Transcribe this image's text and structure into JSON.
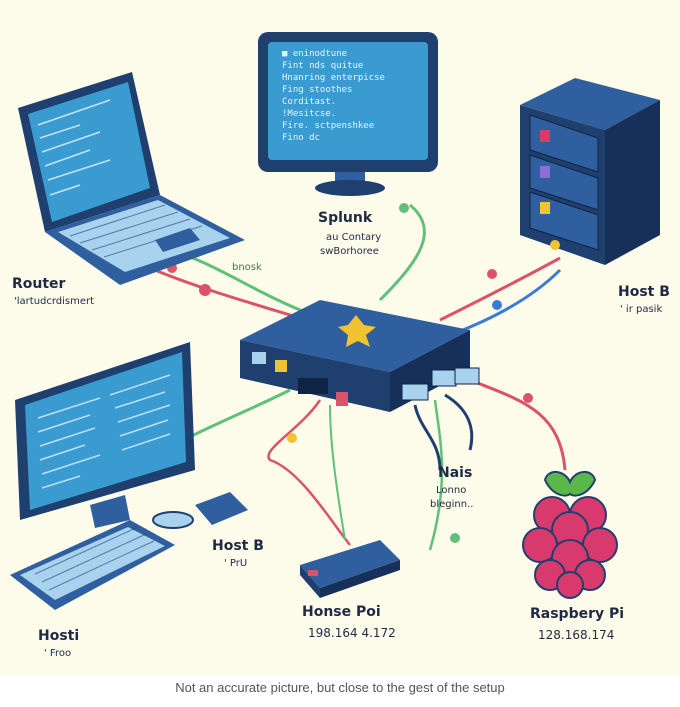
{
  "monitor_screen_lines": [
    "■ eninodtune",
    "Fint nds quitue",
    "Hnanring enterpicse",
    "Fing stoothes",
    "Corditast.",
    "!Mesitcse.",
    "Fire. sctpenshkee",
    "Fino dc"
  ],
  "labels": {
    "router": "Router",
    "router_sub": "'lartudcrdismert",
    "splunk": "Splunk",
    "splunk_sub1": "au Contary",
    "splunk_sub2": "swBorhoree",
    "host_b_top": "Host B",
    "host_b_top_sub": "' ir pasik",
    "host_b_mid": "Host B",
    "host_b_mid_sub": "' PrU",
    "host_i": "Hosti",
    "host_i_sub": "' Froo",
    "honse_poi": "Honse Poi",
    "honse_poi_ip": "198.164 4.172",
    "nais": "Nais",
    "nais_sub1": "Lonno",
    "nais_sub2": "bleginn..",
    "raspberry": "Raspbery Pi",
    "raspberry_ip": "128.168.174",
    "cable_bnosk": "bnosk"
  },
  "caption": "Not an accurate picture, but close to the gest of the setup",
  "colors": {
    "background": "#fdfbea",
    "device_dark": "#1f3f6e",
    "device_mid": "#2f5f9e",
    "screen": "#3a9bd1",
    "cable_green": "#5fc07a",
    "cable_red": "#d9546a",
    "cable_blue": "#3a7bd5",
    "raspberry": "#d93a6e",
    "leaf": "#5ab84a"
  }
}
